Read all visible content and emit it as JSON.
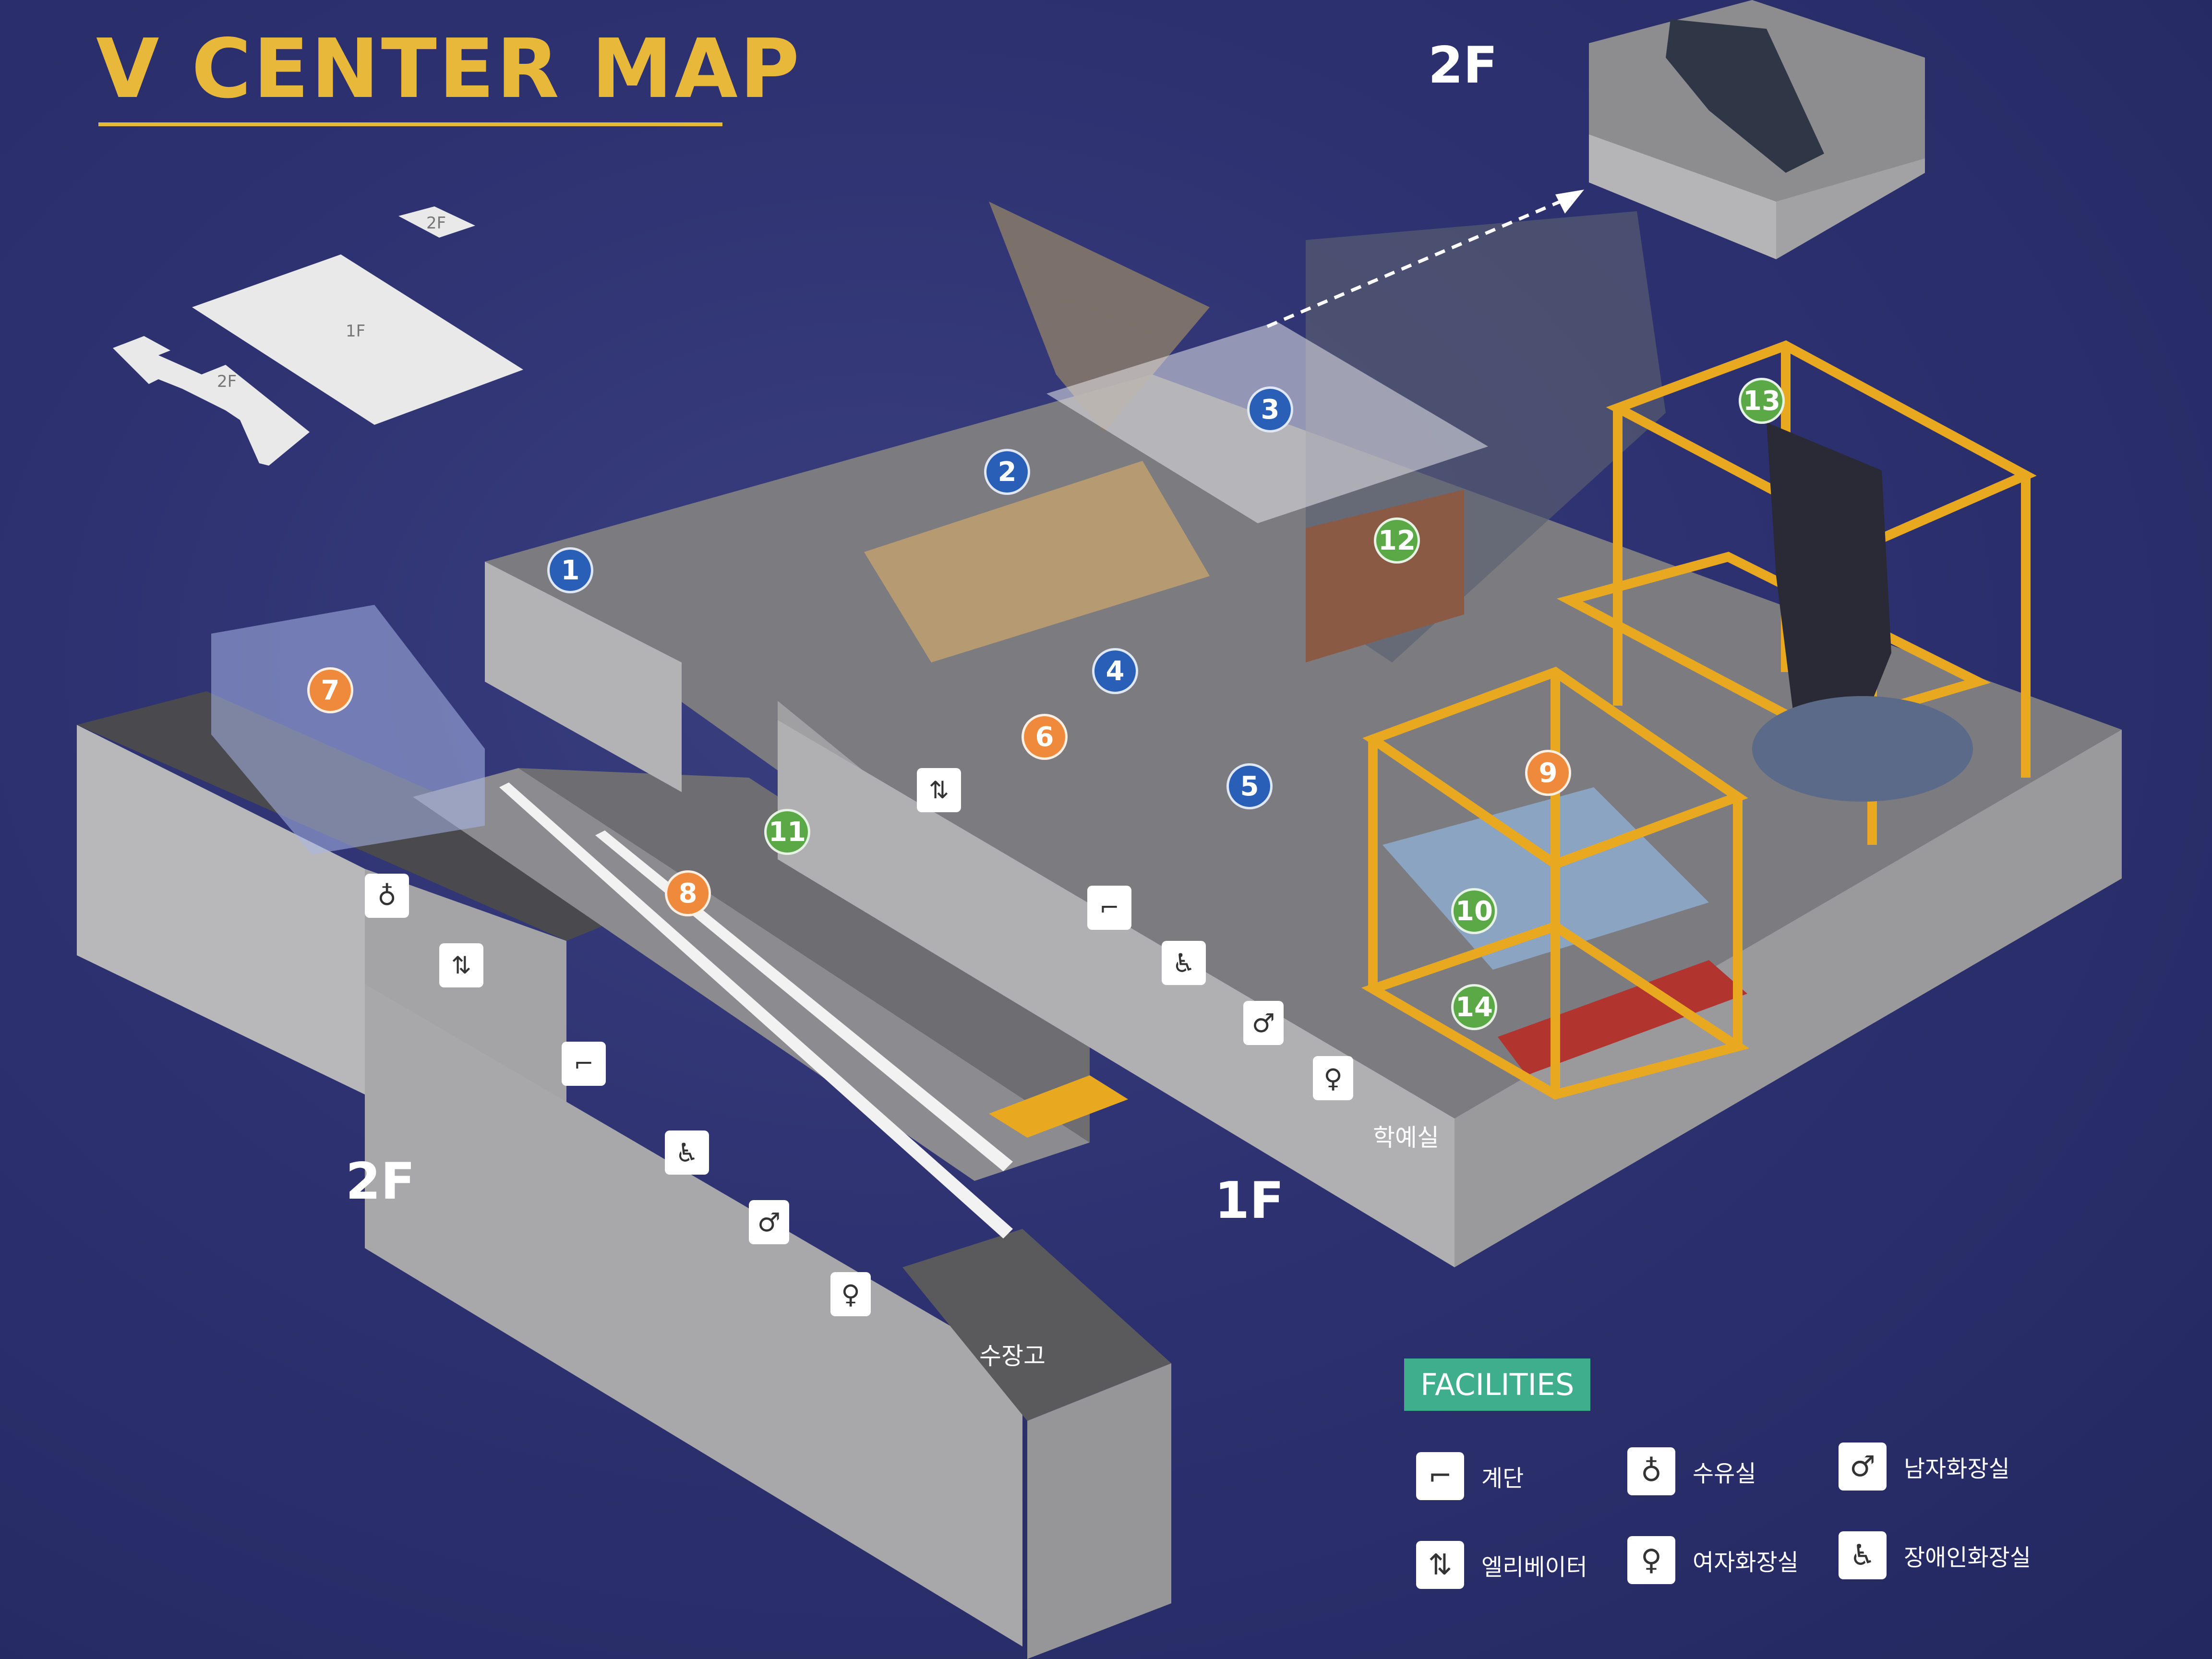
{
  "title": "V CENTER MAP",
  "floors": {
    "f2_top": "2F",
    "f2_left": "2F",
    "f1": "1F"
  },
  "minimap": {
    "f2_small": "2F",
    "f1": "1F",
    "f2_large": "2F"
  },
  "rooms": {
    "classroom": "학예실",
    "storage": "수장고"
  },
  "markers": [
    {
      "number": "1",
      "color": "blue"
    },
    {
      "number": "2",
      "color": "blue"
    },
    {
      "number": "3",
      "color": "blue"
    },
    {
      "number": "4",
      "color": "blue"
    },
    {
      "number": "5",
      "color": "blue"
    },
    {
      "number": "6",
      "color": "orange"
    },
    {
      "number": "7",
      "color": "orange"
    },
    {
      "number": "8",
      "color": "orange"
    },
    {
      "number": "9",
      "color": "orange"
    },
    {
      "number": "10",
      "color": "green"
    },
    {
      "number": "11",
      "color": "green"
    },
    {
      "number": "12",
      "color": "green"
    },
    {
      "number": "13",
      "color": "green"
    },
    {
      "number": "14",
      "color": "green"
    }
  ],
  "map_icons": [
    "nursing-room-icon",
    "elevator-icon",
    "stairs-icon",
    "accessible-restroom-icon",
    "mens-restroom-icon",
    "womens-restroom-icon"
  ],
  "legend": {
    "title": "FACILITIES",
    "items": [
      {
        "icon": "stairs-icon",
        "label": "계단"
      },
      {
        "icon": "nursing-room-icon",
        "label": "수유실"
      },
      {
        "icon": "mens-restroom-icon",
        "label": "남자화장실"
      },
      {
        "icon": "elevator-icon",
        "label": "엘리베이터"
      },
      {
        "icon": "womens-restroom-icon",
        "label": "여자화장실"
      },
      {
        "icon": "accessible-restroom-icon",
        "label": "장애인화장실"
      }
    ]
  },
  "colors": {
    "background": "#2d3170",
    "title": "#e8b83a",
    "legend_header": "#3fae8c",
    "marker_blue": "#2a5fb8",
    "marker_orange": "#ef8a3c",
    "marker_green": "#5aa846",
    "scaffold": "#e8a820"
  }
}
